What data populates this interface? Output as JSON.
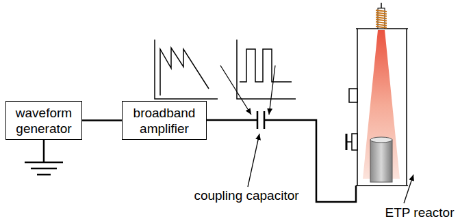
{
  "diagram": {
    "nodes": [
      {
        "text": [
          "waveform generator"
        ]
      },
      {
        "text": [
          "broadband amplifier"
        ]
      }
    ],
    "edges": [
      {
        "from": 0,
        "to": 1,
        "arrow": "none"
      }
    ],
    "labels": [
      "coupling capacitor",
      "ETP reactor"
    ]
  }
}
